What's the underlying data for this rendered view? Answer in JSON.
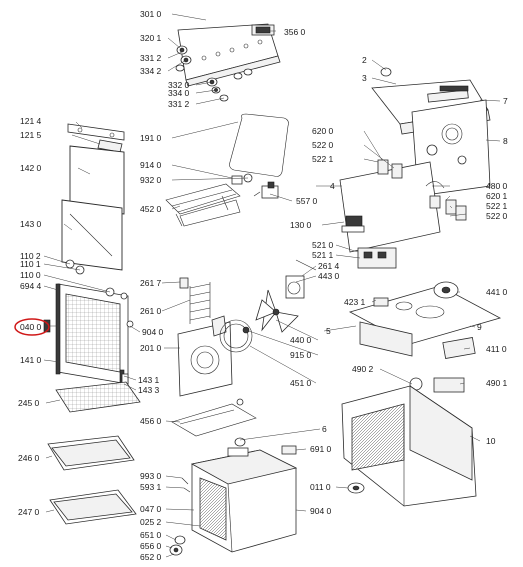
{
  "highlight_color": "#d01818",
  "labels": [
    {
      "id": "l3010",
      "text": "301 0"
    },
    {
      "id": "l3560",
      "text": "356 0"
    },
    {
      "id": "l3201",
      "text": "320 1"
    },
    {
      "id": "l3312a",
      "text": "331 2"
    },
    {
      "id": "l3342",
      "text": "334 2"
    },
    {
      "id": "l3320",
      "text": "332 0"
    },
    {
      "id": "l3340",
      "text": "334 0"
    },
    {
      "id": "l3312b",
      "text": "331 2"
    },
    {
      "id": "l2",
      "text": "2"
    },
    {
      "id": "l3",
      "text": "3"
    },
    {
      "id": "l7",
      "text": "7"
    },
    {
      "id": "l8",
      "text": "8"
    },
    {
      "id": "l1214",
      "text": "121 4"
    },
    {
      "id": "l1215",
      "text": "121 5"
    },
    {
      "id": "l1910",
      "text": "191 0"
    },
    {
      "id": "l6200",
      "text": "620 0"
    },
    {
      "id": "l5220a",
      "text": "522 0"
    },
    {
      "id": "l5221a",
      "text": "522 1"
    },
    {
      "id": "l1420",
      "text": "142 0"
    },
    {
      "id": "l9140",
      "text": "914 0"
    },
    {
      "id": "l9320",
      "text": "932 0"
    },
    {
      "id": "l4",
      "text": "4"
    },
    {
      "id": "l4800",
      "text": "480 0"
    },
    {
      "id": "l6201",
      "text": "620 1"
    },
    {
      "id": "l5221b",
      "text": "522 1"
    },
    {
      "id": "l5220b",
      "text": "522 0"
    },
    {
      "id": "l4520",
      "text": "452 0"
    },
    {
      "id": "l5570",
      "text": "557 0"
    },
    {
      "id": "l1430",
      "text": "143 0"
    },
    {
      "id": "l1300",
      "text": "130 0"
    },
    {
      "id": "l5210",
      "text": "521 0"
    },
    {
      "id": "l5211",
      "text": "521 1"
    },
    {
      "id": "l1102",
      "text": "110 2"
    },
    {
      "id": "l1101",
      "text": "110 1"
    },
    {
      "id": "l1100",
      "text": "110 0"
    },
    {
      "id": "l6944",
      "text": "694 4"
    },
    {
      "id": "l2617",
      "text": "261 7"
    },
    {
      "id": "l2614",
      "text": "261 4"
    },
    {
      "id": "l4430",
      "text": "443 0"
    },
    {
      "id": "l2610",
      "text": "261 0"
    },
    {
      "id": "l4231",
      "text": "423 1"
    },
    {
      "id": "l4410",
      "text": "441 0"
    },
    {
      "id": "l0400",
      "text": "040 0"
    },
    {
      "id": "l9040a",
      "text": "904 0"
    },
    {
      "id": "l5",
      "text": "5"
    },
    {
      "id": "l9",
      "text": "9"
    },
    {
      "id": "l2010",
      "text": "201 0"
    },
    {
      "id": "l4400",
      "text": "440 0"
    },
    {
      "id": "l4110",
      "text": "411 0"
    },
    {
      "id": "l9150",
      "text": "915 0"
    },
    {
      "id": "l1410",
      "text": "141 0"
    },
    {
      "id": "l4902",
      "text": "490 2"
    },
    {
      "id": "l4901",
      "text": "490 1"
    },
    {
      "id": "l1431",
      "text": "143 1"
    },
    {
      "id": "l1433",
      "text": "143 3"
    },
    {
      "id": "l4510",
      "text": "451 0"
    },
    {
      "id": "l2450",
      "text": "245 0"
    },
    {
      "id": "l4560",
      "text": "456 0"
    },
    {
      "id": "l6",
      "text": "6"
    },
    {
      "id": "l10",
      "text": "10"
    },
    {
      "id": "l2460",
      "text": "246 0"
    },
    {
      "id": "l6910",
      "text": "691 0"
    },
    {
      "id": "l9930",
      "text": "993 0"
    },
    {
      "id": "l5931",
      "text": "593 1"
    },
    {
      "id": "l0110",
      "text": "011 0"
    },
    {
      "id": "l0470",
      "text": "047 0"
    },
    {
      "id": "l2470",
      "text": "247 0"
    },
    {
      "id": "l9040b",
      "text": "904 0"
    },
    {
      "id": "l0252",
      "text": "025 2"
    },
    {
      "id": "l6510",
      "text": "651 0"
    },
    {
      "id": "l6560",
      "text": "656 0"
    },
    {
      "id": "l6520",
      "text": "652 0"
    }
  ]
}
